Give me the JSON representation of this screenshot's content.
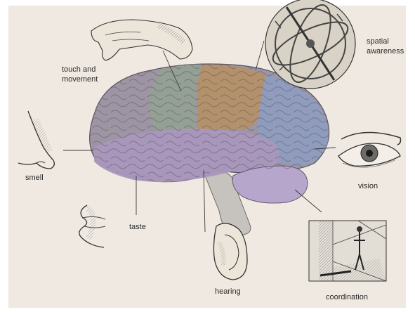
{
  "labels": {
    "touch": [
      "touch and",
      "movement"
    ],
    "spatial": [
      "spatial",
      "awareness"
    ],
    "smell": "smell",
    "vision": "vision",
    "taste": "taste",
    "hearing": "hearing",
    "coordination": "coordination"
  },
  "colors": {
    "paper": "#efe9e1",
    "frontal_lobe": "#9d95a3",
    "motor_strip": "#93a192",
    "parietal_lobe": "#b59066",
    "occipital_lobe": "#8e9cbf",
    "temporal_lobe": "#a997bd",
    "cerebellum": "#b7a6cb",
    "brainstem": "#c6c2bd",
    "leader_line": "#3a3a3a"
  },
  "icons": [
    "hand-illustration",
    "armillary-sphere-illustration",
    "nose-illustration",
    "eye-illustration",
    "tongue-lips-illustration",
    "ear-illustration",
    "perspective-room-figure-illustration"
  ]
}
